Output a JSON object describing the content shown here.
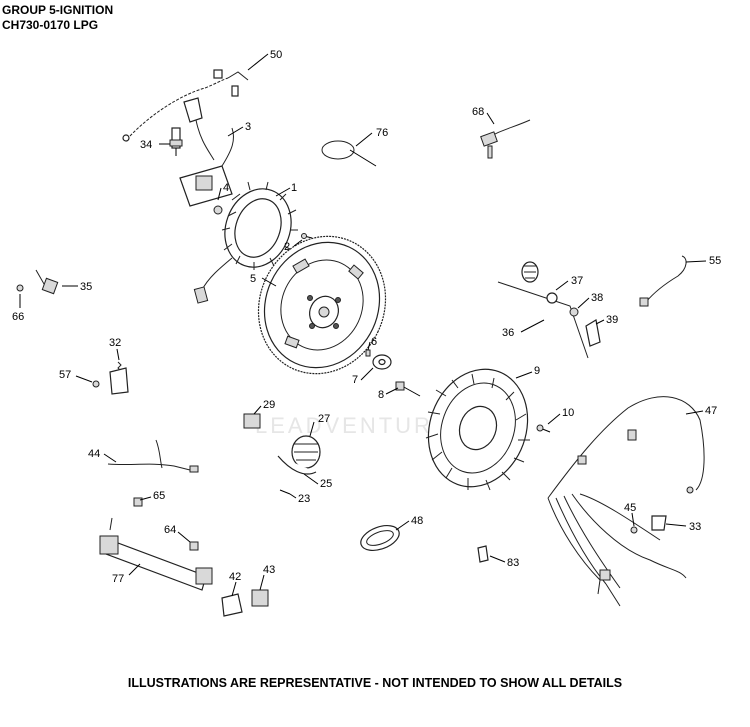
{
  "header": {
    "line1": "GROUP 5-IGNITION",
    "line2": "CH730-0170 LPG"
  },
  "footer": "ILLUSTRATIONS ARE REPRESENTATIVE - NOT INTENDED TO SHOW ALL DETAILS",
  "watermark": "LEADVENTURE",
  "callouts": [
    "50",
    "3",
    "34",
    "76",
    "68",
    "4",
    "1",
    "2",
    "35",
    "66",
    "5",
    "37",
    "55",
    "38",
    "39",
    "36",
    "32",
    "6",
    "57",
    "7",
    "8",
    "9",
    "47",
    "29",
    "27",
    "10",
    "44",
    "25",
    "65",
    "23",
    "45",
    "48",
    "33",
    "64",
    "77",
    "42",
    "43",
    "83"
  ]
}
